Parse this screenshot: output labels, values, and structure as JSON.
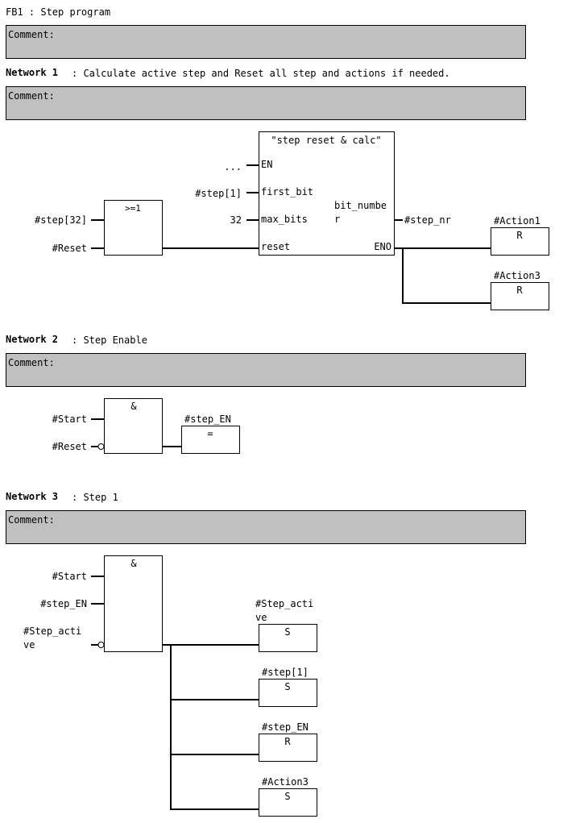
{
  "header": {
    "title": "FB1 : Step program"
  },
  "comment_label": "Comment:",
  "networks": [
    {
      "label": "Network 1",
      "title": ": Calculate active step and Reset all step and actions if needed.",
      "or_box": "&gt;=1",
      "or_inputs": [
        "#step[32]",
        "#Reset"
      ],
      "block": {
        "name": "\"step reset & calc\"",
        "inputs": [
          "EN",
          "first_bit",
          "max_bits",
          "reset"
        ],
        "input_values": [
          "...",
          "#step[1]",
          "32"
        ],
        "output": [
          "bit_numbe",
          "r"
        ],
        "output_value": "#step_nr",
        "eno": "ENO"
      },
      "coils": [
        {
          "operand": "#Action1",
          "type": "R"
        },
        {
          "operand": "#Action3",
          "type": "R"
        }
      ]
    },
    {
      "label": "Network 2",
      "title": ": Step Enable",
      "and_box": "&",
      "inputs": [
        "#Start",
        "#Reset"
      ],
      "coil": {
        "operand": "#step_EN",
        "type": "="
      }
    },
    {
      "label": "Network 3",
      "title": ": Step 1",
      "and_box": "&",
      "inputs": [
        "#Start",
        "#step_EN",
        "#Step_acti",
        "ve"
      ],
      "coils": [
        {
          "operand": [
            "#Step_acti",
            "ve"
          ],
          "type": "S"
        },
        {
          "operand": "#step[1]",
          "type": "S"
        },
        {
          "operand": "#step_EN",
          "type": "R"
        },
        {
          "operand": "#Action3",
          "type": "S"
        }
      ]
    }
  ]
}
